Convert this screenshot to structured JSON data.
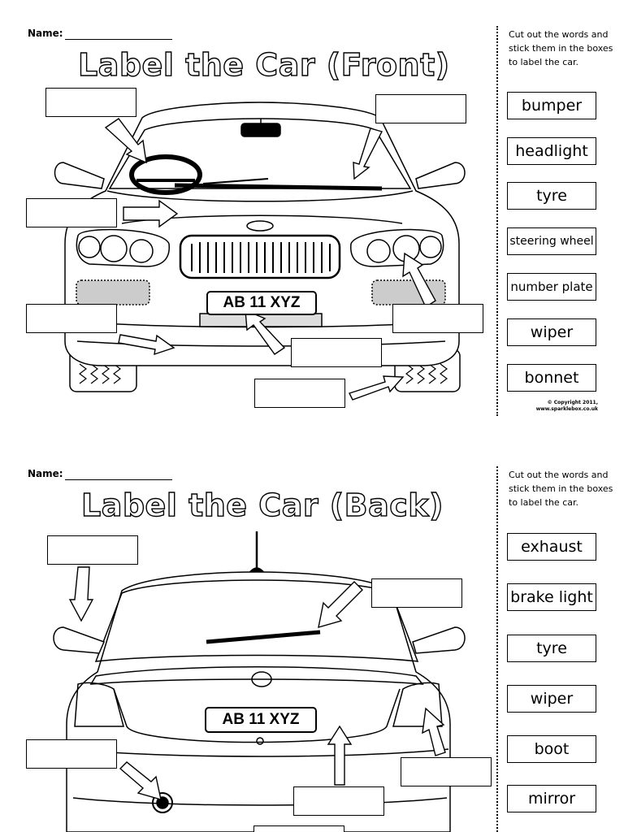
{
  "front": {
    "name_label": "Name:",
    "title": "Label the Car (Front)",
    "instructions": "Cut out the words and stick them in the boxes to label the car.",
    "words": [
      "bumper",
      "headlight",
      "tyre",
      "steering wheel",
      "number plate",
      "wiper",
      "bonnet"
    ],
    "plate": "AB 11 XYZ",
    "copyright": "© Copyright 2011, www.sparklebox.co.uk"
  },
  "back": {
    "name_label": "Name:",
    "title": "Label the Car (Back)",
    "instructions": "Cut out the words and stick them in the boxes to label the car.",
    "words": [
      "exhaust",
      "brake light",
      "tyre",
      "wiper",
      "boot",
      "mirror"
    ],
    "plate": "AB 11 XYZ"
  }
}
